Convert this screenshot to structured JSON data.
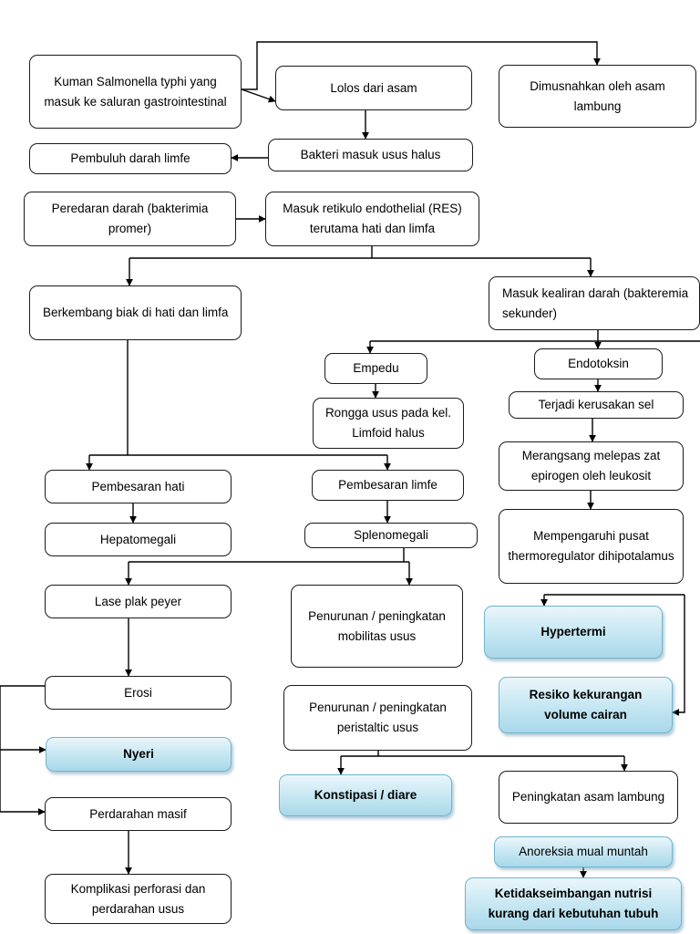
{
  "nodes": {
    "kuman": "Kuman Salmonella typhi yang masuk ke saluran gastrointestinal",
    "lolos": "Lolos dari asam",
    "dimusnahkan": "Dimusnahkan oleh asam lambung",
    "bakteri_usus": "Bakteri masuk usus halus",
    "pembuluh": "Pembuluh darah limfe",
    "peredaran": "Peredaran darah (bakterimia promer)",
    "masuk_res": "Masuk retikulo endothelial (RES) terutama hati dan limfa",
    "berkembang": "Berkembang biak di hati dan limfa",
    "kealiran": "Masuk kealiran darah (bakteremia sekunder)",
    "empedu": "Empedu",
    "endotoksin": "Endotoksin",
    "rongga": "Rongga usus pada kel. Limfoid halus",
    "kerusakan": "Terjadi kerusakan sel",
    "merangsang": "Merangsang melepas zat epirogen oleh leukosit",
    "pembesaran_hati": "Pembesaran hati",
    "pembesaran_limfe": "Pembesaran limfe",
    "hepatomegali": "Hepatomegali",
    "splenomegali": "Splenomegali",
    "mempengaruhi": "Mempengaruhi pusat thermoregulator dihipotalamus",
    "lase": "Lase plak peyer",
    "penurunan_mobilitas": "Penurunan / peningkatan mobilitas usus",
    "hypertermi": "Hypertermi",
    "erosi": "Erosi",
    "penurunan_peristaltic": "Penurunan / peningkatan peristaltic usus",
    "resiko": "Resiko kekurangan volume cairan",
    "nyeri": "Nyeri",
    "konstipasi": "Konstipasi  / diare",
    "peningkatan_asam": "Peningkatan asam lambung",
    "perdarahan": "Perdarahan masif",
    "anoreksia": "Anoreksia mual muntah",
    "komplikasi": "Komplikasi perforasi dan perdarahan usus",
    "ketidakseimbangan": "Ketidakseimbangan nutrisi kurang dari kebutuhan tubuh"
  },
  "colors": {
    "line": "#000000",
    "box_border": "#1a1a1a",
    "highlight_top": "#eaf6fb",
    "highlight_bottom": "#a9d8ea",
    "highlight_border": "#6fb3d0"
  }
}
